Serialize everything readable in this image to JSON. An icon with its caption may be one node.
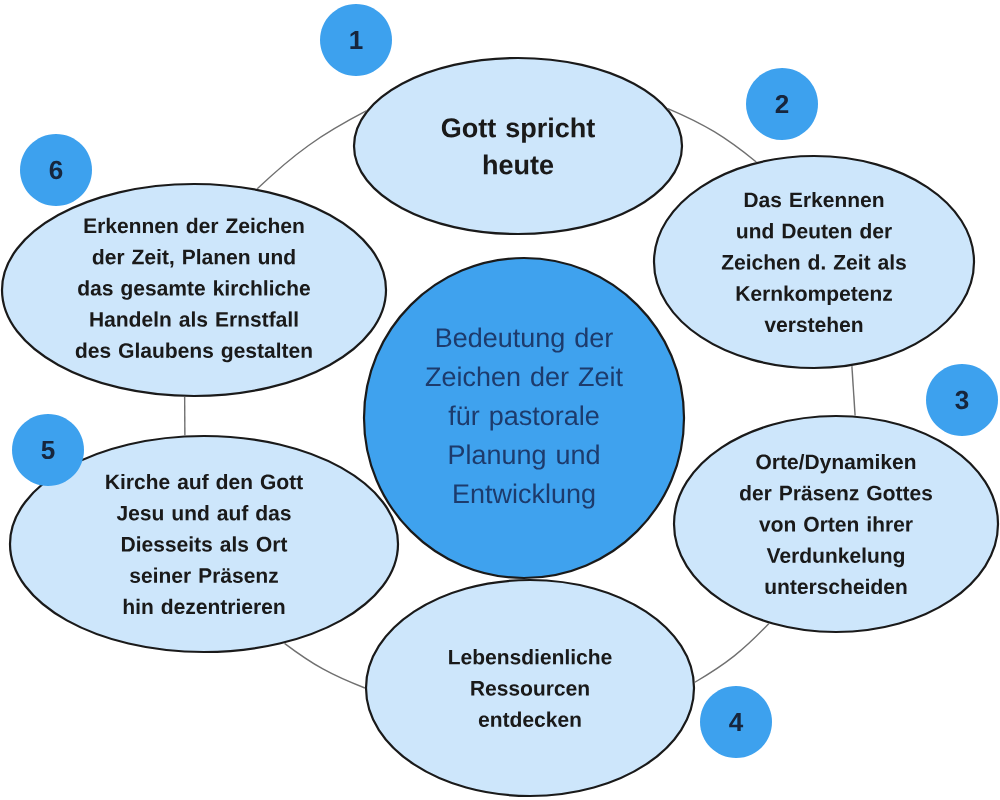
{
  "diagram": {
    "nodes": [
      {
        "text": [
          "Bedeutung der Zeichen der Zeit für pastorale Planung und Entwicklung"
        ]
      },
      {
        "text": [
          "Gott spricht heute"
        ]
      },
      {
        "text": [
          "Das Erkennen und Deuten der Zeichen d. Zeit als Kernkompetenz verstehen"
        ]
      },
      {
        "text": [
          "Orte/Dynamiken der Präsenz Gottes von Orten ihrer Verdunkelung unterscheiden"
        ]
      },
      {
        "text": [
          "Lebensdienliche Ressourcen entdecken"
        ]
      },
      {
        "text": [
          "Kirche auf den Gott Jesu und auf das Diesseits als Ort seiner Präsenz hin dezentrieren"
        ]
      },
      {
        "text": [
          "Erkennen der Zeichen der Zeit, Planen und das gesamte kirchliche Handeln als Ernstfall des Glaubens gestalten"
        ]
      },
      {
        "text": [
          "1"
        ]
      },
      {
        "text": [
          "2"
        ]
      },
      {
        "text": [
          "3"
        ]
      },
      {
        "text": [
          "4"
        ]
      },
      {
        "text": [
          "5"
        ]
      },
      {
        "text": [
          "6"
        ]
      }
    ],
    "edges": [
      {
        "from": 1,
        "to": 2,
        "arrow": "none"
      },
      {
        "from": 2,
        "to": 3,
        "arrow": "none"
      },
      {
        "from": 3,
        "to": 4,
        "arrow": "none"
      },
      {
        "from": 4,
        "to": 5,
        "arrow": "none"
      },
      {
        "from": 5,
        "to": 6,
        "arrow": "none"
      },
      {
        "from": 6,
        "to": 1,
        "arrow": "none"
      }
    ]
  }
}
